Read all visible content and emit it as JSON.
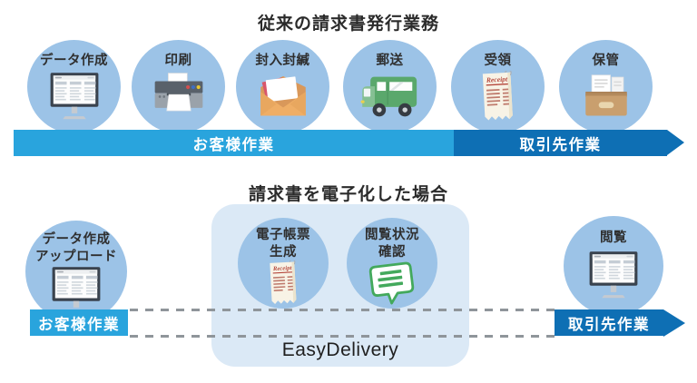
{
  "top_section": {
    "title": "従来の請求書発行業務",
    "steps": [
      {
        "label": "データ作成",
        "icon": "monitor-icon"
      },
      {
        "label": "印刷",
        "icon": "printer-icon"
      },
      {
        "label": "封入封緘",
        "icon": "envelope-icon"
      },
      {
        "label": "郵送",
        "icon": "delivery-truck-icon"
      },
      {
        "label": "受領",
        "icon": "receipt-icon"
      },
      {
        "label": "保管",
        "icon": "storage-box-icon"
      }
    ],
    "customer_bar": {
      "label": "お客様作業"
    },
    "partner_bar": {
      "label": "取引先作業"
    }
  },
  "bottom_section": {
    "title": "請求書を電子化した場合",
    "steps": [
      {
        "label": "データ作成\nアップロード",
        "icon": "monitor-icon"
      },
      {
        "label": "電子帳票\n生成",
        "icon": "receipt-icon"
      },
      {
        "label": "閲覧状況\n確認",
        "icon": "speech-bubble-icon"
      },
      {
        "label": "閲覧",
        "icon": "monitor-icon"
      }
    ],
    "service_name": "EasyDelivery",
    "customer_bar": {
      "label": "お客様作業"
    },
    "partner_bar": {
      "label": "取引先作業"
    }
  },
  "icons": {
    "receipt_text": "Receipt"
  },
  "colors": {
    "circle_blue": "#9cc3e7",
    "bar_light_blue": "#29a4dd",
    "bar_dark_blue": "#0e6fb4",
    "panel_blue": "#dbe9f6",
    "dash_gray": "#8f959a",
    "bubble_green": "#43a95c"
  }
}
